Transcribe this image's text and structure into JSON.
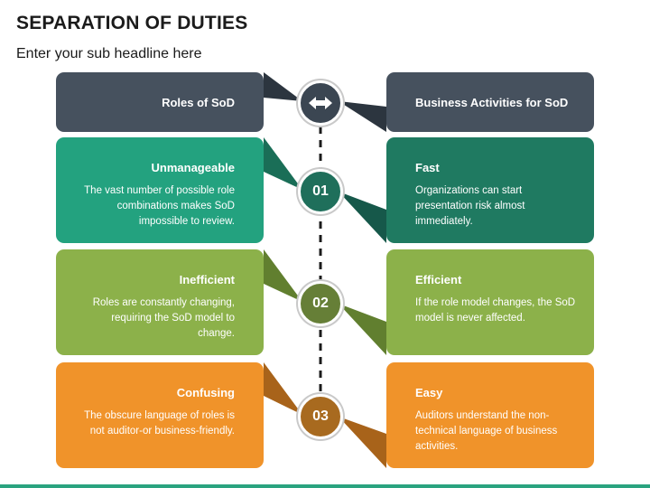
{
  "title": "SEPARATION OF DUTIES",
  "subtitle": "Enter your sub headline here",
  "header": {
    "left": "Roles of SoD",
    "right": "Business Activities for SoD",
    "icon": "double-arrow-icon"
  },
  "rows": [
    {
      "number": "01",
      "left": {
        "title": "Unmanageable",
        "text": "The vast number of possible role combinations makes SoD impossible to review."
      },
      "right": {
        "title": "Fast",
        "text": "Organizations can start presentation risk almost immediately."
      }
    },
    {
      "number": "02",
      "left": {
        "title": "Inefficient",
        "text": "Roles are constantly changing, requiring the SoD model to change."
      },
      "right": {
        "title": "Efficient",
        "text": "If the role model changes, the SoD model is never affected."
      }
    },
    {
      "number": "03",
      "left": {
        "title": "Confusing",
        "text": "The obscure language of roles is not auditor-or business-friendly."
      },
      "right": {
        "title": "Easy",
        "text": "Auditors understand the non-technical language of business activities."
      }
    }
  ],
  "colors": {
    "header": "#46515e",
    "row1_left": "#23a27f",
    "row1_right": "#1f7a61",
    "row2": "#8cb14a",
    "row3": "#f0932a",
    "accent_bar": "#2aa37f"
  }
}
